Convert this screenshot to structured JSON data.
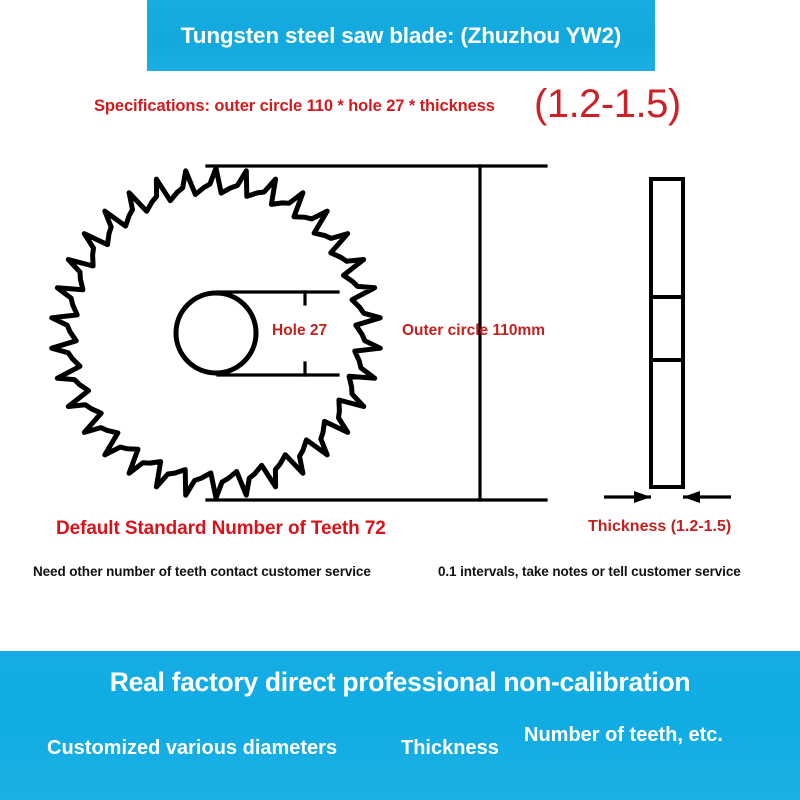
{
  "header": {
    "title": "Tungsten steel saw blade: (Zhuzhou YW2)",
    "background_color": "#16ACE2"
  },
  "specifications": {
    "text": "Specifications: outer circle 110 * hole 27 * thickness",
    "thickness_range": "(1.2-1.5)",
    "color": "#D51A1C"
  },
  "diagram": {
    "front_view": {
      "hole_label": "Hole 27",
      "outer_circle_label": "Outer circle 110mm",
      "teeth_count": 34,
      "outer_diameter_mm": 110,
      "hole_diameter_mm": 27,
      "line_color": "#000000"
    },
    "side_view": {
      "thickness_label": "Thickness (1.2-1.5)",
      "thickness_min_mm": 1.2,
      "thickness_max_mm": 1.5
    }
  },
  "notes": {
    "teeth_title": "Default Standard Number of Teeth 72",
    "teeth_subtitle": "Need other number of teeth contact customer service",
    "thickness_subtitle": "0.1 intervals, take notes or tell customer service",
    "title_color": "#D8131A"
  },
  "footer": {
    "headline": "Real factory direct professional non-calibration",
    "item_1": "Customized various diameters",
    "item_2": "Thickness",
    "item_3": "Number of teeth, etc.",
    "background_color": "#0FACE4"
  }
}
